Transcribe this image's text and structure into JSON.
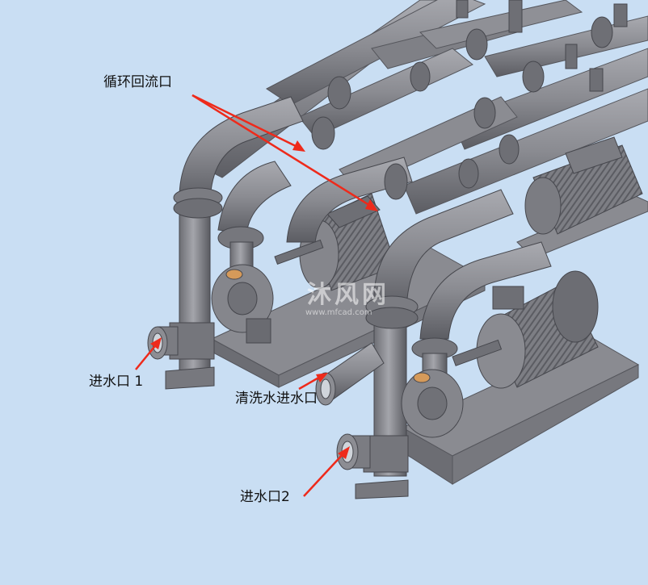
{
  "labels": {
    "recirc_return": "循环回流口",
    "inlet_1": "进水口 1",
    "wash_inlet": "清洗水进水口",
    "inlet_2": "进水口2"
  },
  "watermark": {
    "text": "沐风网",
    "url": "www.mfcad.com"
  },
  "colors": {
    "background": "#c9def3",
    "pipe": "#8e8f95",
    "pipe_dark": "#5f6066",
    "arrow": "#ee2a1b",
    "accent": "#d59a5a"
  }
}
